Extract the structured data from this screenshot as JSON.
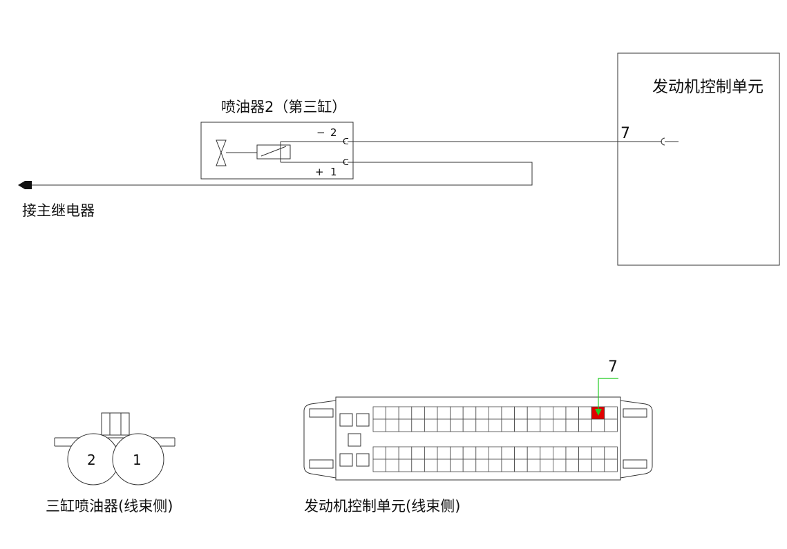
{
  "injector": {
    "title": "喷油器2（第三缸）",
    "pin_top": "2",
    "pin_bottom": "1",
    "pin_top_sign": "−",
    "pin_bottom_sign": "+"
  },
  "ecu": {
    "title": "发动机控制单元",
    "pin": "7"
  },
  "relay_label": "接主继电器",
  "injector_connector": {
    "caption": "三缸喷油器(线束侧)",
    "pins": [
      "2",
      "1"
    ]
  },
  "ecu_connector": {
    "caption": "发动机控制单元(线束侧)",
    "pin_label": "7",
    "row_cells": 19,
    "highlight_row": 0,
    "highlight_index": 17
  },
  "colors": {
    "line": "#222222",
    "highlight_pin": "#e00000",
    "arrow": "#22cc22"
  }
}
